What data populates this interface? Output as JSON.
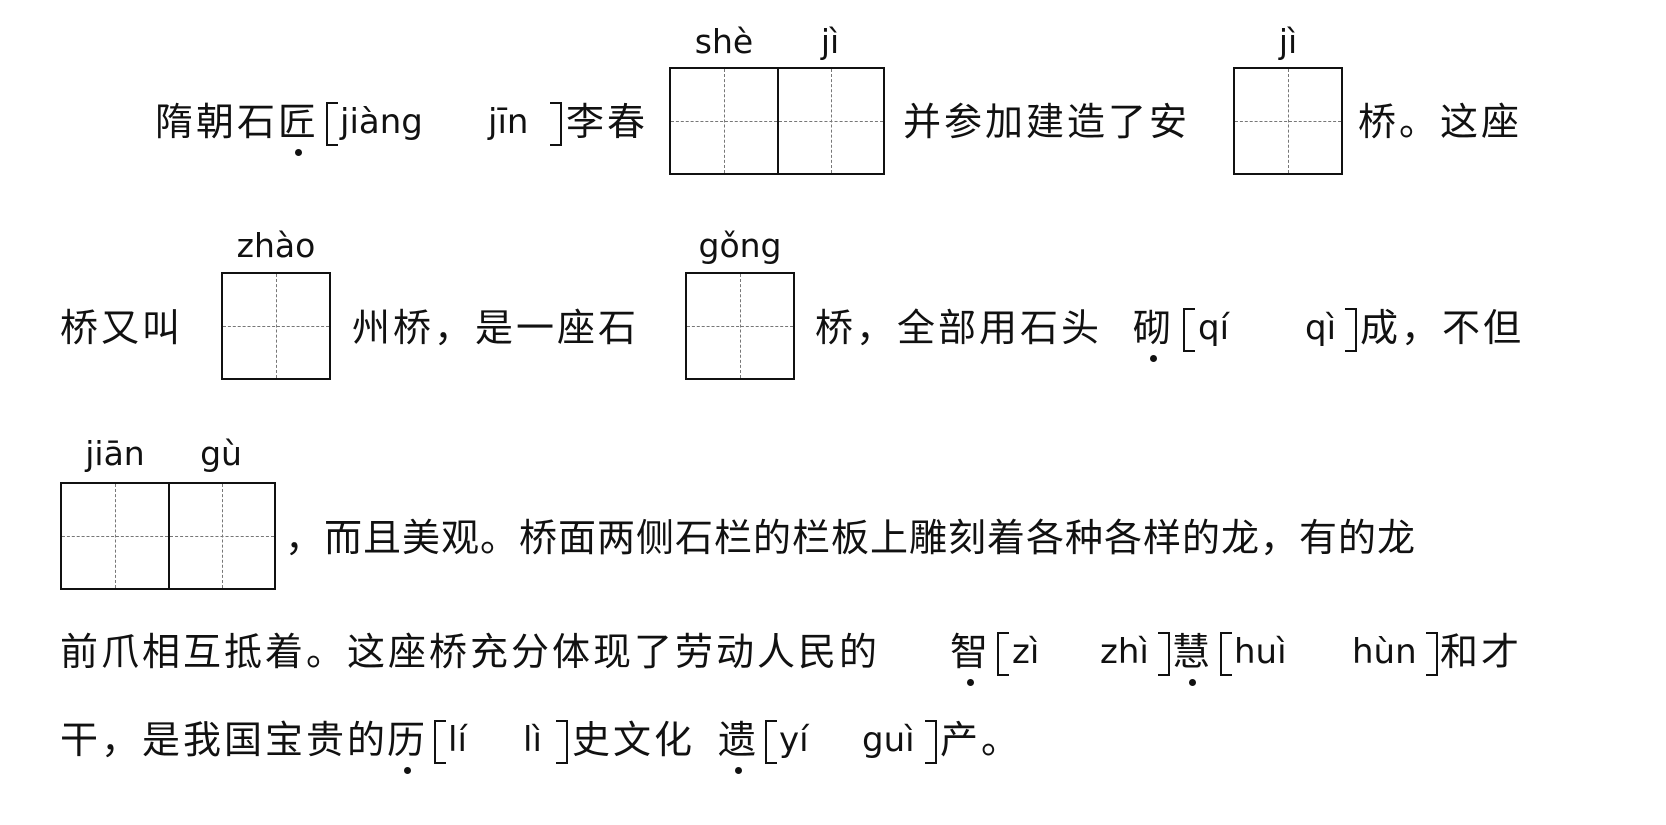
{
  "lines": [
    {
      "text_a": "隋朝石",
      "dot_char": "匠",
      "opt1": "jiàng",
      "opt2": "jīn",
      "text_b": "李春",
      "text_c": "并参加建造了安",
      "text_d": "桥。这座"
    },
    {
      "text_a": "桥又叫",
      "text_b": "州桥，是一座石",
      "text_c": "桥，全部用石头",
      "dot_char": "砌",
      "opt1": "qí",
      "opt2": "qì",
      "text_d": "成，不但"
    },
    {
      "text_a": "，而且美观。桥面两侧石栏的栏板上雕刻着各种各样的龙，有的龙"
    },
    {
      "text_a": "前爪相互抵着。这座桥充分体现了劳动人民的",
      "dot1": "智",
      "d1_opt1": "zì",
      "d1_opt2": "zhì",
      "dot2": "慧",
      "d2_opt1": "huì",
      "d2_opt2": "hùn",
      "text_b": "和才"
    },
    {
      "text_a": "干，是我国宝贵的",
      "dot1": "历",
      "d1_opt1": "lí",
      "d1_opt2": "lì",
      "text_b": "史文化",
      "dot2": "遗",
      "d2_opt1": "yí",
      "d2_opt2": "guì",
      "text_c": "产。"
    }
  ],
  "blanks": [
    {
      "pinyin": [
        "shè",
        "jì"
      ]
    },
    {
      "pinyin": [
        "jì"
      ]
    },
    {
      "pinyin": [
        "zhào"
      ]
    },
    {
      "pinyin": [
        "gǒng"
      ]
    },
    {
      "pinyin": [
        "jiān",
        "gù"
      ]
    }
  ]
}
